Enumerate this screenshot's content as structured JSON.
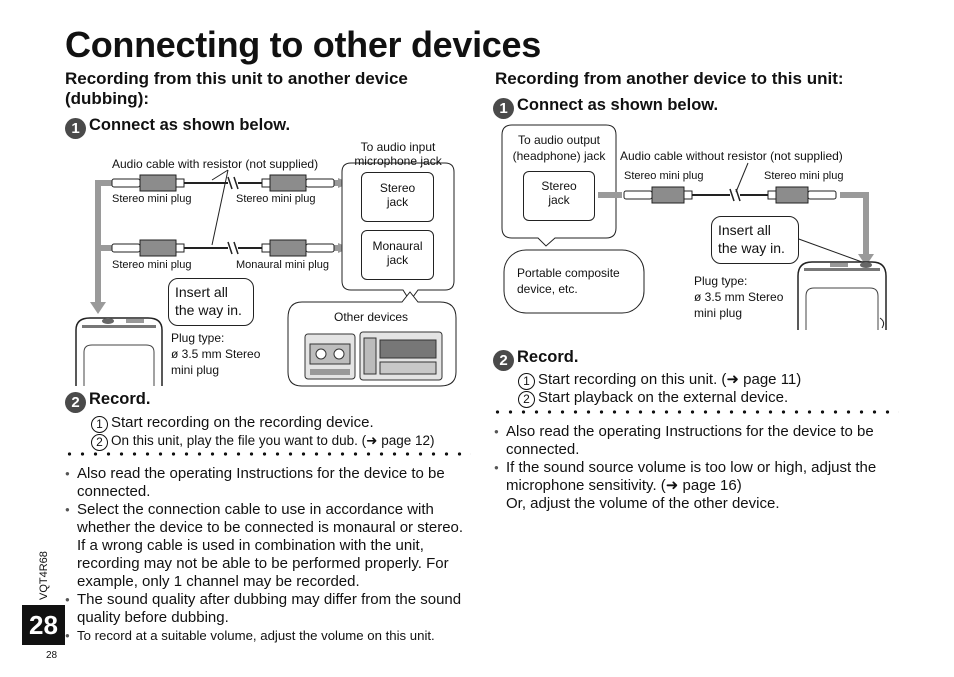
{
  "title": "Connecting to other devices",
  "left": {
    "heading": "Recording from this unit to another device (dubbing):",
    "heading_line1": "Recording from this unit to another device",
    "heading_line2": "(dubbing):",
    "step1": {
      "num": "1",
      "title": "Connect as shown below."
    },
    "diagram": {
      "cable_label": "Audio cable with resistor (not supplied)",
      "target_label_line1": "To audio input",
      "target_label_line2": "microphone jack",
      "plug_stereo_left1": "Stereo mini plug",
      "plug_stereo_right1": "Stereo mini plug",
      "plug_stereo_left2": "Stereo mini plug",
      "plug_monaural": "Monaural mini plug",
      "jack_stereo_line1": "Stereo",
      "jack_stereo_line2": "jack",
      "jack_mono_line1": "Monaural",
      "jack_mono_line2": "jack",
      "insert_line1": "Insert all",
      "insert_line2": "the way in.",
      "plug_type_line1": "Plug type:",
      "plug_type_line2": "ø 3.5 mm Stereo",
      "plug_type_line3": "mini plug",
      "other_devices": "Other devices"
    },
    "step2": {
      "num": "2",
      "title": "Record.",
      "sub1_num": "1",
      "sub1": "Start recording on the recording device.",
      "sub2_num": "2",
      "sub2": "On this unit, play the file you want to dub. (➜ page 12)"
    },
    "notes": [
      "Also read the operating Instructions for the device to be connected.",
      "Select the connection cable to use in accordance with whether the device to be connected is monaural or stereo. If a wrong cable is used in combination with the unit, recording may not be able to be performed properly. For example, only 1 channel may be recorded.",
      "The sound quality after dubbing may differ from the sound quality before dubbing.",
      "To record at a suitable volume, adjust the volume on this unit."
    ]
  },
  "right": {
    "heading": "Recording from another device to this unit:",
    "step1": {
      "num": "1",
      "title": "Connect as shown below."
    },
    "diagram": {
      "source_label_line1": "To audio output",
      "source_label_line2": "(headphone) jack",
      "cable_label": "Audio cable without resistor (not supplied)",
      "plug_left": "Stereo mini plug",
      "plug_right": "Stereo mini plug",
      "jack_line1": "Stereo",
      "jack_line2": "jack",
      "portable_line1": "Portable composite",
      "portable_line2": "device, etc.",
      "insert_line1": "Insert all",
      "insert_line2": "the way in.",
      "plug_type_line1": "Plug type:",
      "plug_type_line2": "ø 3.5 mm Stereo",
      "plug_type_line3": "mini plug"
    },
    "step2": {
      "num": "2",
      "title": "Record.",
      "sub1_num": "1",
      "sub1": "Start recording on this unit. (➜ page 11)",
      "sub2_num": "2",
      "sub2": "Start playback on the external device."
    },
    "notes": [
      "Also read the operating Instructions for the device to be connected.",
      "If the sound source volume is too low or high, adjust the microphone sensitivity. (➜ page 16)"
    ],
    "note_extra": "Or, adjust the volume of the other device."
  },
  "footer": {
    "page_tab": "28",
    "page_small": "28",
    "doc_code": "VQT4R68"
  },
  "icons": [
    "stereo-plug-icon",
    "recorder-unit-icon",
    "cassette-player-icon",
    "arrow-right-icon",
    "cable-break-icon"
  ],
  "colors": {
    "badge": "#4a4a4a",
    "arrow_gray": "#9a9a9a",
    "plug_gray": "#8c8c8c"
  }
}
